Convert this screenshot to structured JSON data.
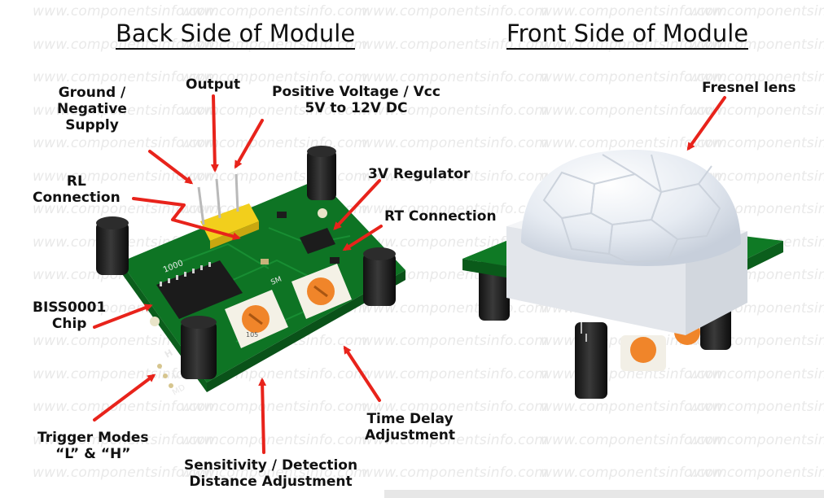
{
  "watermark_text": "www.componentsinfo.com",
  "headings": {
    "back": "Back Side of Module",
    "front": "Front Side of Module"
  },
  "labels": {
    "ground": [
      "Ground /",
      "Negative",
      "Supply"
    ],
    "output": "Output",
    "vcc": [
      "Positive Voltage / Vcc",
      "5V to 12V DC"
    ],
    "rl": [
      "RL",
      "Connection"
    ],
    "regulator": "3V Regulator",
    "rt": "RT Connection",
    "biss": [
      "BISS0001",
      "Chip"
    ],
    "trigger": [
      "Trigger Modes",
      "“L” & “H”"
    ],
    "sensitivity": [
      "Sensitivity / Detection",
      "Distance Adjustment"
    ],
    "time_delay": [
      "Time Delay",
      "Adjustment"
    ],
    "fresnel": "Fresnel lens"
  },
  "board_marks": {
    "ic": "1000",
    "jumper_h": "H",
    "jumper_l": "L",
    "md": "MD",
    "ms": "SM",
    "pot": "105"
  },
  "colors": {
    "arrow": "#e8231b",
    "pcb": "#0f7a25",
    "pcb_dark": "#0a5a1a",
    "pot": "#f0852a",
    "lens": "#eef2f7"
  }
}
